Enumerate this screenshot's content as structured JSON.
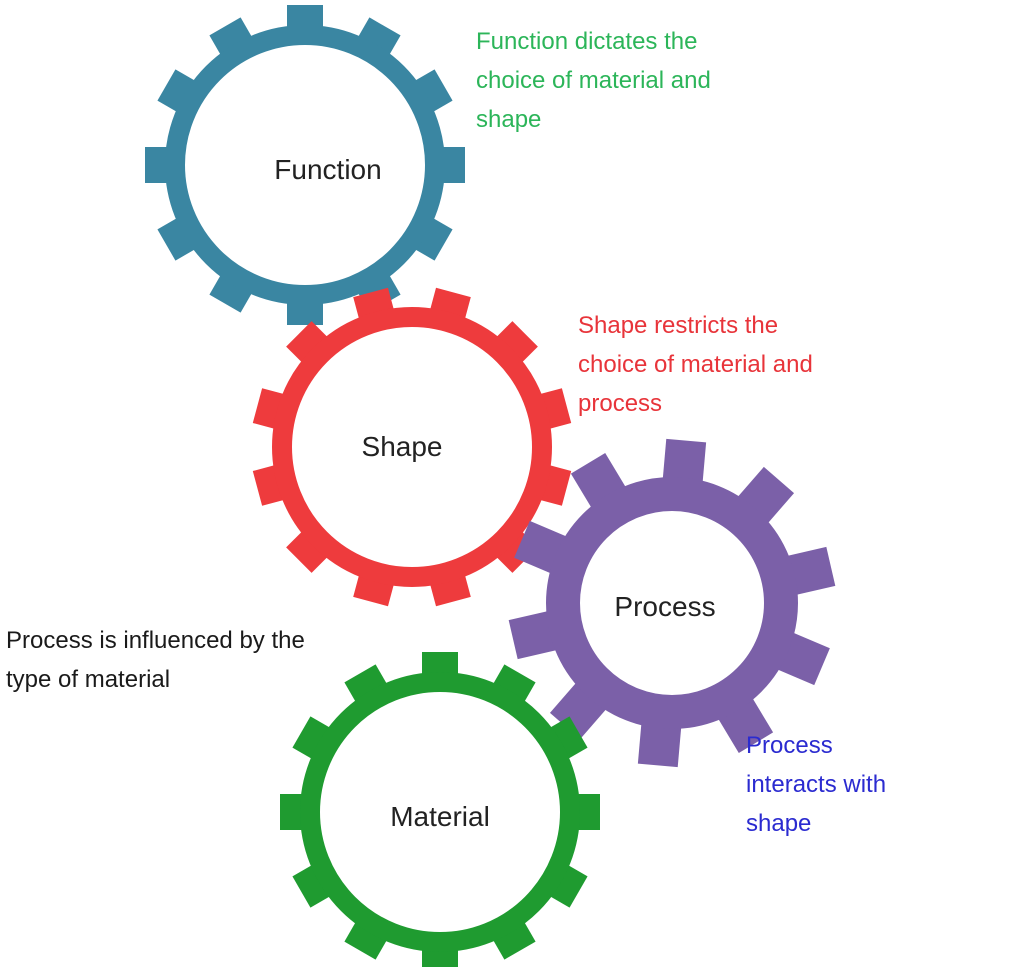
{
  "colors": {
    "function": "#3a86a2",
    "shape": "#ee3b3d",
    "process": "#7b60a8",
    "material": "#1f9b30",
    "note_green": "#2cb559",
    "note_red": "#e8343a",
    "note_blue": "#2b2bd0",
    "note_black": "#1a1a1a"
  },
  "gears": {
    "function": {
      "label": "Function",
      "teeth": 12
    },
    "shape": {
      "label": "Shape",
      "teeth": 12
    },
    "process": {
      "label": "Process",
      "teeth": 10
    },
    "material": {
      "label": "Material",
      "teeth": 12
    }
  },
  "notes": {
    "function": [
      "Function dictates the",
      "choice of material and",
      "shape"
    ],
    "shape": [
      "Shape restricts the",
      "choice of material and",
      "process"
    ],
    "process": [
      "Process",
      "interacts with",
      "shape"
    ],
    "material": [
      "Process is influenced by the",
      "type of material"
    ]
  }
}
